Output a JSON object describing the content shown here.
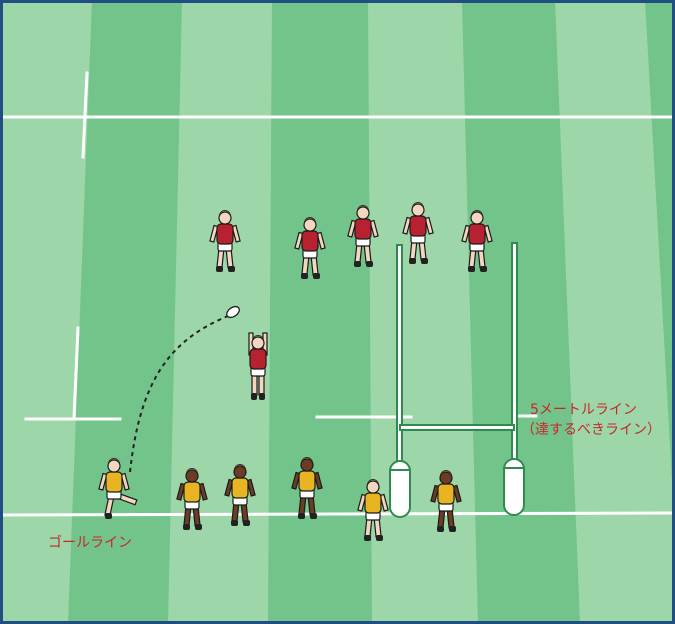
{
  "labels": {
    "goal_line": "ゴールライン",
    "five_metre_line": "5メートルライン",
    "target_line": "（達するべきライン）"
  },
  "colors": {
    "pitch_dark": "#72c48a",
    "pitch_light": "#9dd6a8",
    "line": "#ffffff",
    "post": "#2e8b4e",
    "label": "#c9262c",
    "attacker_shirt": "#b82230",
    "defender_shirt": "#e8b422",
    "frame": "#1f4f82"
  },
  "players": {
    "red": [
      {
        "role": "receiver",
        "pose": "standing"
      },
      {
        "role": "receiver",
        "pose": "running"
      },
      {
        "role": "receiver",
        "pose": "standing"
      },
      {
        "role": "receiver",
        "pose": "standing"
      },
      {
        "role": "receiver",
        "pose": "standing"
      },
      {
        "role": "catcher",
        "pose": "jumping"
      }
    ],
    "yellow": [
      {
        "role": "kicker",
        "pose": "kicking"
      },
      {
        "role": "chaser",
        "pose": "running"
      },
      {
        "role": "chaser",
        "pose": "running"
      },
      {
        "role": "chaser",
        "pose": "running"
      },
      {
        "role": "chaser",
        "pose": "running"
      },
      {
        "role": "chaser",
        "pose": "running"
      }
    ]
  },
  "icons": [
    "rugby-ball-icon",
    "goal-post-icon",
    "kick-trajectory-icon"
  ]
}
